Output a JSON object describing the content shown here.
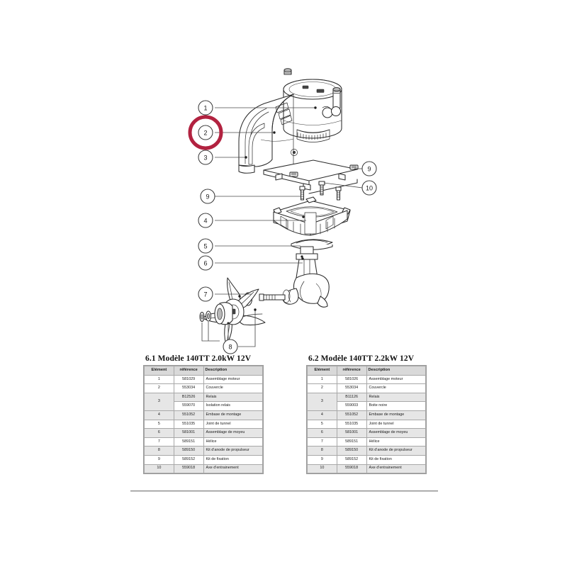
{
  "document": {
    "type": "exploded-parts-diagram",
    "language": "fr"
  },
  "diagram": {
    "callouts": [
      {
        "id": "callout-1",
        "label": "1",
        "highlighted": false
      },
      {
        "id": "callout-2",
        "label": "2",
        "highlighted": true
      },
      {
        "id": "callout-3",
        "label": "3",
        "highlighted": false
      },
      {
        "id": "callout-9a",
        "label": "9",
        "highlighted": false
      },
      {
        "id": "callout-10",
        "label": "10",
        "highlighted": false
      },
      {
        "id": "callout-9b",
        "label": "9",
        "highlighted": false
      },
      {
        "id": "callout-4",
        "label": "4",
        "highlighted": false
      },
      {
        "id": "callout-5",
        "label": "5",
        "highlighted": false
      },
      {
        "id": "callout-6",
        "label": "6",
        "highlighted": false
      },
      {
        "id": "callout-7",
        "label": "7",
        "highlighted": false
      },
      {
        "id": "callout-8",
        "label": "8",
        "highlighted": false
      }
    ],
    "highlight_color": "#b22240"
  },
  "tables": {
    "headers": {
      "element": "Elément",
      "reference": "référence",
      "description": "Description"
    },
    "left": {
      "title": "6.1 Modèle 140TT 2.0kW 12V",
      "rows": [
        {
          "element": "1",
          "reference": "581029",
          "description": "Assemblage moteur"
        },
        {
          "element": "2",
          "reference": "553034",
          "description": "Couvercle"
        },
        {
          "element": "3",
          "reference": "B12526",
          "description": "Relais"
        },
        {
          "element": "",
          "reference": "559070",
          "description": "Isolation relais"
        },
        {
          "element": "4",
          "reference": "551052",
          "description": "Embase de montage"
        },
        {
          "element": "5",
          "reference": "551035",
          "description": "Joint de tunnel"
        },
        {
          "element": "6",
          "reference": "581001",
          "description": "Assemblage de moyeu"
        },
        {
          "element": "7",
          "reference": "589151",
          "description": "Hélice"
        },
        {
          "element": "8",
          "reference": "589150",
          "description": "Kit d'anode de propulseur"
        },
        {
          "element": "9",
          "reference": "589152",
          "description": "Kit de fixation"
        },
        {
          "element": "10",
          "reference": "559018",
          "description": "Axe d'entrainement"
        }
      ]
    },
    "right": {
      "title": "6.2 Modèle 140TT 2.2kW 12V",
      "rows": [
        {
          "element": "1",
          "reference": "581026",
          "description": "Assemblage moteur"
        },
        {
          "element": "2",
          "reference": "553034",
          "description": "Couvercle"
        },
        {
          "element": "3",
          "reference": "B11126",
          "description": "Relais"
        },
        {
          "element": "",
          "reference": "559003",
          "description": "Boite noire"
        },
        {
          "element": "4",
          "reference": "551052",
          "description": "Embase de montage"
        },
        {
          "element": "5",
          "reference": "551035",
          "description": "Joint de tunnel"
        },
        {
          "element": "6",
          "reference": "581001",
          "description": "Assemblage de moyeu"
        },
        {
          "element": "7",
          "reference": "589151",
          "description": "Hélice"
        },
        {
          "element": "8",
          "reference": "589150",
          "description": "Kit d'anode de propulseur"
        },
        {
          "element": "9",
          "reference": "589152",
          "description": "Kit de fixation"
        },
        {
          "element": "10",
          "reference": "559018",
          "description": "Axe d'entrainement"
        }
      ]
    }
  }
}
